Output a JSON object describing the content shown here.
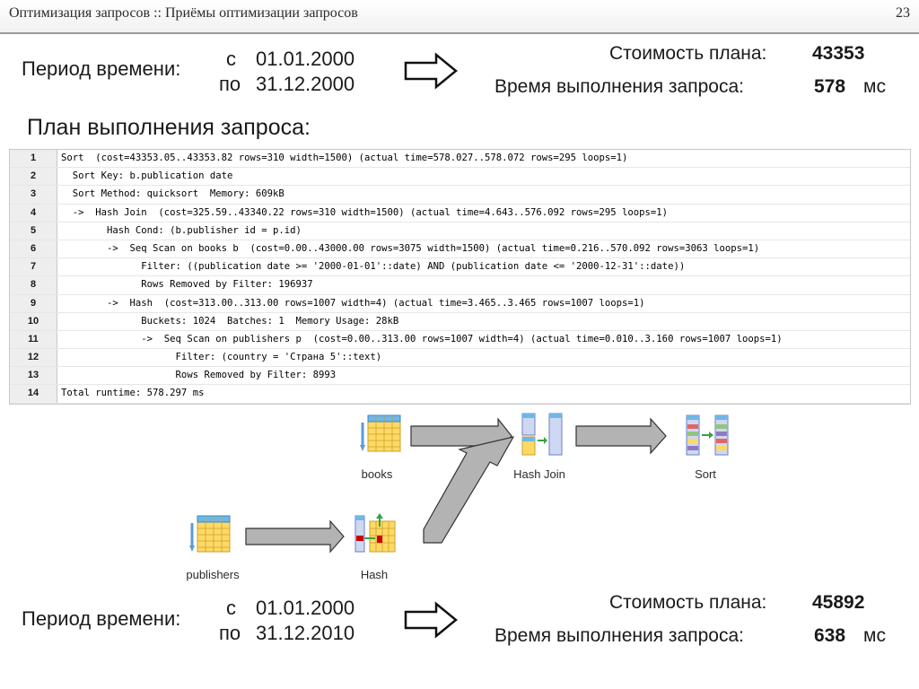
{
  "header": {
    "title": "Оптимизация запросов :: Приёмы оптимизации запросов",
    "page": "23"
  },
  "top": {
    "period_label": "Период времени:",
    "from_prefix": "с",
    "from_date": "01.01.2000",
    "to_prefix": "по",
    "to_date": "31.12.2000",
    "cost_label": "Стоимость плана:",
    "cost_value": "43353",
    "time_label": "Время выполнения запроса:",
    "time_value": "578",
    "time_unit": "мс"
  },
  "plan_title": "План выполнения запроса:",
  "plan_rows": [
    {
      "n": "1",
      "text": "Sort  (cost=43353.05..43353.82 rows=310 width=1500) (actual time=578.027..578.072 rows=295 loops=1)"
    },
    {
      "n": "2",
      "text": "  Sort Key: b.publication date"
    },
    {
      "n": "3",
      "text": "  Sort Method: quicksort  Memory: 609kB"
    },
    {
      "n": "4",
      "text": "  ->  Hash Join  (cost=325.59..43340.22 rows=310 width=1500) (actual time=4.643..576.092 rows=295 loops=1)"
    },
    {
      "n": "5",
      "text": "        Hash Cond: (b.publisher id = p.id)"
    },
    {
      "n": "6",
      "text": "        ->  Seq Scan on books b  (cost=0.00..43000.00 rows=3075 width=1500) (actual time=0.216..570.092 rows=3063 loops=1)"
    },
    {
      "n": "7",
      "text": "              Filter: ((publication date >= '2000-01-01'::date) AND (publication date <= '2000-12-31'::date))"
    },
    {
      "n": "8",
      "text": "              Rows Removed by Filter: 196937"
    },
    {
      "n": "9",
      "text": "        ->  Hash  (cost=313.00..313.00 rows=1007 width=4) (actual time=3.465..3.465 rows=1007 loops=1)"
    },
    {
      "n": "10",
      "text": "              Buckets: 1024  Batches: 1  Memory Usage: 28kB"
    },
    {
      "n": "11",
      "text": "              ->  Seq Scan on publishers p  (cost=0.00..313.00 rows=1007 width=4) (actual time=0.010..3.160 rows=1007 loops=1)"
    },
    {
      "n": "12",
      "text": "                    Filter: (country = 'Страна 5'::text)"
    },
    {
      "n": "13",
      "text": "                    Rows Removed by Filter: 8993"
    },
    {
      "n": "14",
      "text": "Total runtime: 578.297 ms"
    }
  ],
  "diagram": {
    "books": "books",
    "hash_join": "Hash Join",
    "sort": "Sort",
    "publishers": "publishers",
    "hash": "Hash"
  },
  "bottom": {
    "period_label": "Период времени:",
    "from_prefix": "с",
    "from_date": "01.01.2000",
    "to_prefix": "по",
    "to_date": "31.12.2010",
    "cost_label": "Стоимость плана:",
    "cost_value": "45892",
    "time_label": "Время выполнения запроса:",
    "time_value": "638",
    "time_unit": "мс"
  }
}
